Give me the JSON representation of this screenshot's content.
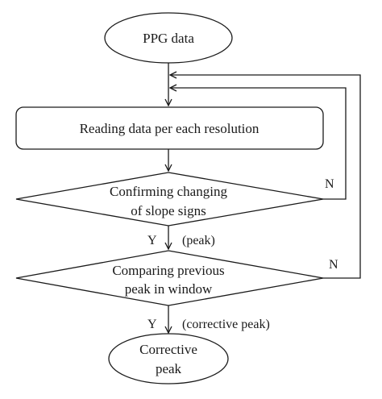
{
  "nodes": {
    "start": "PPG data",
    "read": "Reading data per each resolution",
    "slope_line1": "Confirming changing",
    "slope_line2": "of slope signs",
    "compare_line1": "Comparing previous",
    "compare_line2": "peak in window",
    "end_line1": "Corrective",
    "end_line2": "peak"
  },
  "edges": {
    "slope_yes": "Y",
    "slope_yes_note": "(peak)",
    "slope_no": "N",
    "compare_yes": "Y",
    "compare_yes_note": "(corrective peak)",
    "compare_no": "N"
  }
}
